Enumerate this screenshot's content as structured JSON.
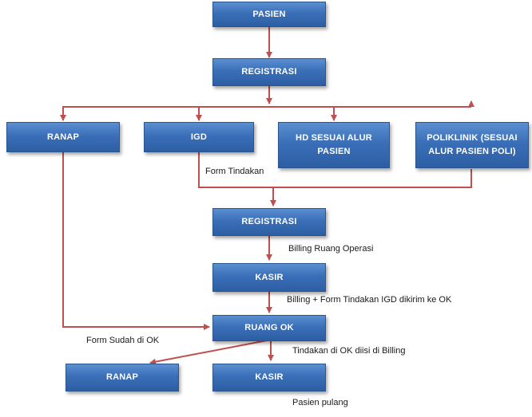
{
  "boxes": {
    "pasien": "PASIEN",
    "registrasi_1": "REGISTRASI",
    "ranap_1": "RANAP",
    "igd": "IGD",
    "hd": "HD SESUAI ALUR PASIEN",
    "poliklinik": "POLIKLINIK (SESUAI ALUR PASIEN POLI)",
    "registrasi_2": "REGISTRASI",
    "kasir_1": "KASIR",
    "ruang_ok": "RUANG OK",
    "ranap_2": "RANAP",
    "kasir_2": "KASIR"
  },
  "labels": {
    "form_tindakan": "Form Tindakan",
    "billing_ruang_operasi": "Billing Ruang Operasi",
    "billing_form_igd": "Billing + Form Tindakan IGD dikirim ke OK",
    "form_sudah_di_ok": "Form Sudah di OK",
    "tindakan_di_ok": "Tindakan di OK diisi di Billing",
    "pasien_pulang": "Pasien pulang"
  },
  "colors": {
    "box_fill": "#3a6fb8",
    "connector": "#c0504d"
  }
}
